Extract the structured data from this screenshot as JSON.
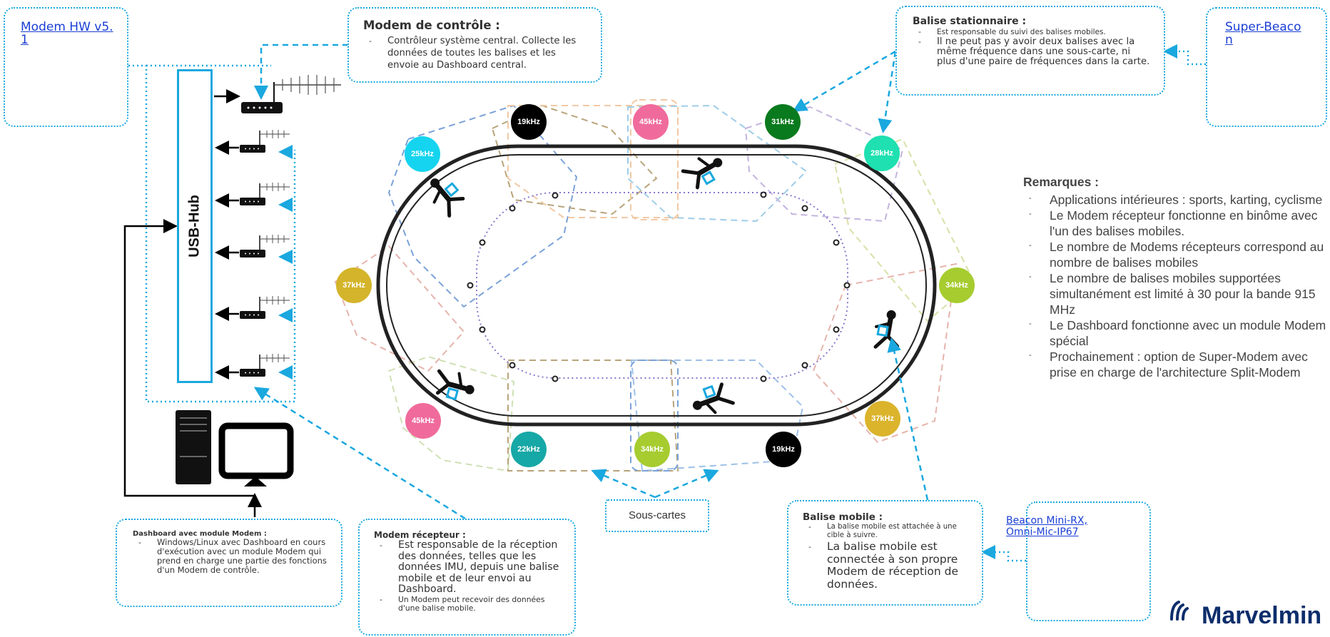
{
  "modem_hw": {
    "link": "Modem HW v5.\n1"
  },
  "control_modem": {
    "title": "Modem de contrôle :",
    "items": [
      "Contrôleur système central. Collecte les données de toutes les balises et les envoie au Dashboard central."
    ]
  },
  "stationary_beacon": {
    "title": "Balise stationnaire :",
    "items": [
      "Est responsable du suivi des balises mobiles.",
      "Il ne peut pas y avoir deux balises avec la même fréquence dans une sous-carte, ni plus d'une paire de fréquences dans la carte."
    ]
  },
  "super_beacon": {
    "link": "Super-Beaco\nn"
  },
  "usb_hub": {
    "label": "USB-Hub"
  },
  "remarks": {
    "title": "Remarques :",
    "items": [
      "Applications intérieures : sports, karting, cyclisme",
      "Le Modem récepteur fonctionne en binôme avec l'un des balises mobiles.",
      "Le nombre de Modems récepteurs correspond au nombre de balises mobiles",
      "Le nombre de balises mobiles supportées simultanément est limité à 30 pour la bande 915 MHz",
      "Le Dashboard fonctionne avec un module Modem spécial",
      "Prochainement : option de Super-Modem avec prise en charge de l'architecture Split-Modem"
    ]
  },
  "dashboard": {
    "title": "Dashboard avec module Modem :",
    "items": [
      "Windows/Linux avec Dashboard en cours d'exécution avec un module Modem qui prend en charge une partie des fonctions d'un Modem de contrôle."
    ]
  },
  "receiver_modem": {
    "title": "Modem récepteur :",
    "items": [
      "Est responsable de la réception des données, telles que les données IMU, depuis une balise mobile et de leur envoi au Dashboard.",
      "Un Modem peut recevoir des données d'une balise mobile."
    ]
  },
  "submaps": {
    "label": "Sous-cartes"
  },
  "mobile_beacon": {
    "title": "Balise mobile :",
    "items": [
      "La balise mobile est attachée à une cible à suivre.",
      "La balise mobile est connectée à son propre Modem de réception de données."
    ]
  },
  "mini_rx": {
    "link": "Beacon Mini-RX,\n Omni-Mic-IP67"
  },
  "logo": {
    "text": "Marvelmin"
  },
  "colors": {
    "accent": "#1aa8df",
    "link": "#1a3ed4",
    "logo": "#0d2e6b"
  },
  "beacons": [
    {
      "label": "19kHz",
      "color": "#000000"
    },
    {
      "label": "45kHz",
      "color": "#f06b9c"
    },
    {
      "label": "31kHz",
      "color": "#0a7a1e"
    },
    {
      "label": "25kHz",
      "color": "#15d4ef"
    },
    {
      "label": "28kHz",
      "color": "#1ee0b0"
    },
    {
      "label": "37kHz",
      "color": "#d4b42a"
    },
    {
      "label": "34kHz",
      "color": "#a6cc30"
    },
    {
      "label": "45kHz",
      "color": "#f06b9c"
    },
    {
      "label": "22kHz",
      "color": "#16a8a6"
    },
    {
      "label": "34kHz",
      "color": "#a6cc30"
    },
    {
      "label": "19kHz",
      "color": "#000000"
    },
    {
      "label": "37kHz",
      "color": "#dbb42c"
    }
  ]
}
